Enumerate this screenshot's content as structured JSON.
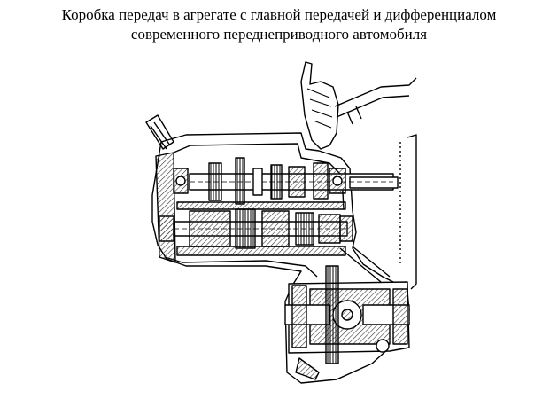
{
  "caption": {
    "line1": "Коробка передач в агрегате с главной передачей и дифференциалом",
    "line2": "современного переднеприводного автомобиля"
  },
  "figure": {
    "subject": "gearbox-with-final-drive-and-differential",
    "ink_color": "#000000",
    "paper_color": "#ffffff",
    "hatch_color": "#3a3a3a"
  }
}
